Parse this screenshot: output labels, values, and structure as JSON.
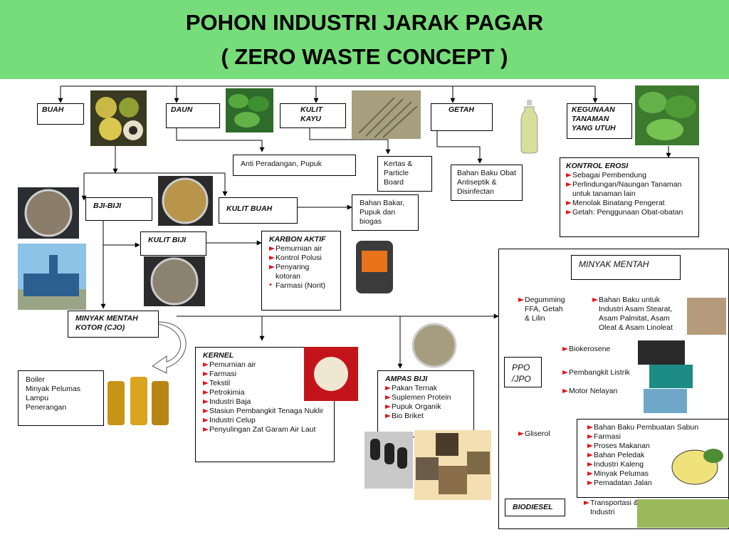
{
  "title": {
    "line1": "POHON INDUSTRI JARAK PAGAR",
    "line2": "( ZERO WASTE CONCEPT )"
  },
  "nodes": {
    "buah": "BUAH",
    "daun": "DAUN",
    "kulit_kayu": "KULIT KAYU",
    "getah": "GETAH",
    "kegunaan": "KEGUNAAN TANAMAN YANG UTUH",
    "biji": "BJI-BIJI",
    "kulit_buah": "KULIT BUAH",
    "kulit_biji": "KULIT BIJI",
    "cjo": "MINYAK MENTAH KOTOR (CJO)",
    "minyak_mentah": "MINYAK MENTAH",
    "ppo": "PPO /JPO",
    "biodiesel": "BIODIESEL"
  },
  "outputs": {
    "anti_peradangan": "Anti Peradangan, Pupuk",
    "kertas": "Kertas & Particle Board",
    "bahan_baku_obat": "Bahan Baku Obat Antiseptik & Disinfectan",
    "bahan_bakar": "Bahan Bakar, Pupuk dan biogas",
    "boiler": [
      "Boiler",
      "Minyak Pelumas",
      "Lampu",
      "Penerangan"
    ]
  },
  "kontrol_erosi": {
    "title": "KONTROL EROSI",
    "items": [
      "Sebagai Pembendung",
      "Perlindungan/Naungan Tanaman untuk tanaman lain",
      "Menolak Binatang Pengerat",
      "Getah: Penggunaan Obat-obatan"
    ]
  },
  "karbon_aktif": {
    "title": "KARBON AKTIF",
    "items": [
      "Pemurnian air",
      "Kontrol Polusi",
      "Penyaring kotoran"
    ],
    "dot_item": "Farmasi (Norit)"
  },
  "kernel": {
    "title": "KERNEL",
    "items": [
      "Pemurnian air",
      "Farmasi",
      "Tekstil",
      "Petrokimia",
      "Industri Baja",
      "Stasiun Pembangkit Tenaga Nuklir",
      "Industri Celup",
      "Penyulingan Zat Garam Air Laut"
    ]
  },
  "ampas": {
    "title": "AMPAS BIJI",
    "items": [
      "Pakan Ternak",
      "Suplemen Protein",
      "Pupuk Organik",
      "Bio Briket"
    ]
  },
  "minyak": {
    "degum": "Degumming FFA, Getah & Lilin",
    "asam": "Bahan Baku untuk Industri Asam Stearat, Asam Palmitat, Asam Oleat & Asam Linoleat",
    "ppo_uses": [
      "Biokerosene",
      "Pembangkit Listrik",
      "Motor Nelayan"
    ],
    "gliserol": "Gliserol",
    "gliserol_items": [
      "Bahan Baku Pembuatan Sabun",
      "Farmasi",
      "Proses Makanan",
      "Bahan Peledak",
      "Industri Kaleng",
      "Minyak Pelumas",
      "Pemadatan Jalan"
    ],
    "transport": "Transportasi & Industri"
  },
  "colors": {
    "header": "#77dd7a",
    "bullet": "#e8141b"
  }
}
